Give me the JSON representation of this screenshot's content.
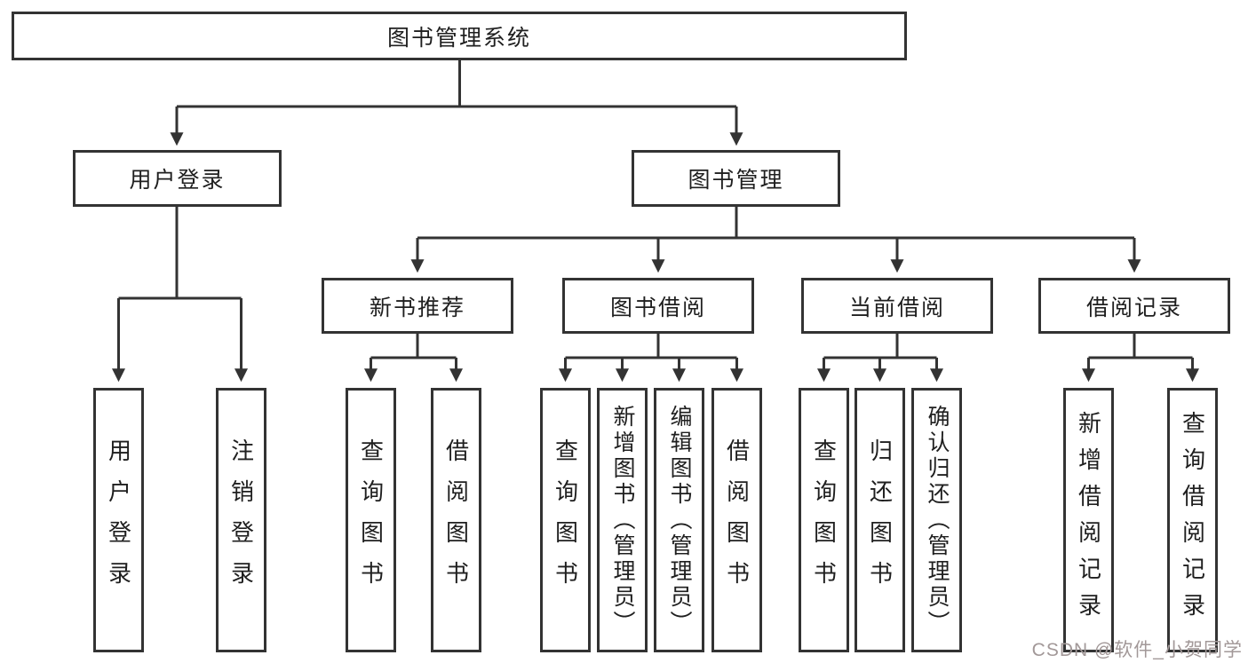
{
  "diagram_type": "hierarchy-tree",
  "colors": {
    "line": "#333333",
    "box_border": "#333333",
    "box_fill": "#ffffff",
    "text": "#1f1f1f",
    "watermark": "#a29898"
  },
  "tree": {
    "label": "图书管理系统",
    "children": [
      {
        "label": "用户登录",
        "children": [
          {
            "label": "用户登录"
          },
          {
            "label": "注销登录"
          }
        ]
      },
      {
        "label": "图书管理",
        "children": [
          {
            "label": "新书推荐",
            "children": [
              {
                "label": "查询图书"
              },
              {
                "label": "借阅图书"
              }
            ]
          },
          {
            "label": "图书借阅",
            "children": [
              {
                "label": "查询图书"
              },
              {
                "label": "新增图书（管理员）"
              },
              {
                "label": "编辑图书（管理员）"
              },
              {
                "label": "借阅图书"
              }
            ]
          },
          {
            "label": "当前借阅",
            "children": [
              {
                "label": "查询图书"
              },
              {
                "label": "归还图书"
              },
              {
                "label": "确认归还（管理员）"
              }
            ]
          },
          {
            "label": "借阅记录",
            "children": [
              {
                "label": "新增借阅记录"
              },
              {
                "label": "查询借阅记录"
              }
            ]
          }
        ]
      }
    ]
  },
  "watermark": {
    "text": "CSDN @软件_小贺同学"
  }
}
